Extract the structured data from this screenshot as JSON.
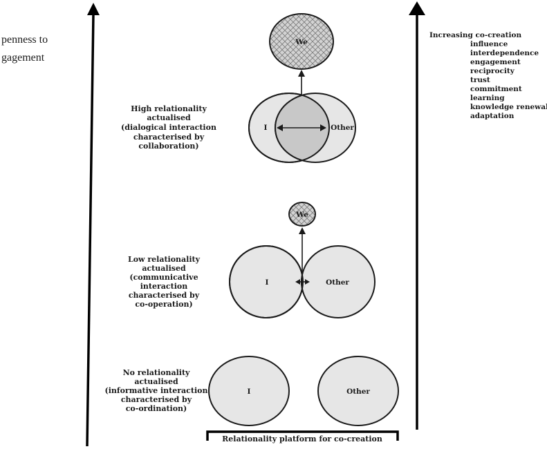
{
  "left_axis": {
    "label_lines": [
      "penness to",
      "gagement"
    ]
  },
  "right_axis": {
    "heading": "Increasing co-creation",
    "items": [
      "influence",
      "interdependence",
      "engagement",
      "reciprocity",
      "trust",
      "commitment",
      "learning",
      "knowledge renewal",
      "adaptation"
    ]
  },
  "levels": {
    "high": {
      "caption_lines": [
        "High relationality",
        "actualised",
        "(dialogical interaction",
        "characterised by",
        "collaboration)"
      ],
      "left": "I",
      "right": "Other",
      "merged": "We"
    },
    "low": {
      "caption_lines": [
        "Low relationality",
        "actualised",
        "(communicative",
        "interaction",
        "characterised by",
        "co-operation)"
      ],
      "left": "I",
      "right": "Other",
      "merged": "We"
    },
    "none": {
      "caption_lines": [
        "No relationality",
        "actualised",
        "(informative interaction",
        "characterised by",
        "co-ordination)"
      ],
      "left": "I",
      "right": "Other"
    }
  },
  "platform_label": "Relationality platform for co-creation",
  "colors": {
    "circle_fill": "#e6e6e6",
    "overlap_fill": "#c8c8c8",
    "we_fill": "#d0d0d0",
    "stroke": "#1a1a1a"
  }
}
